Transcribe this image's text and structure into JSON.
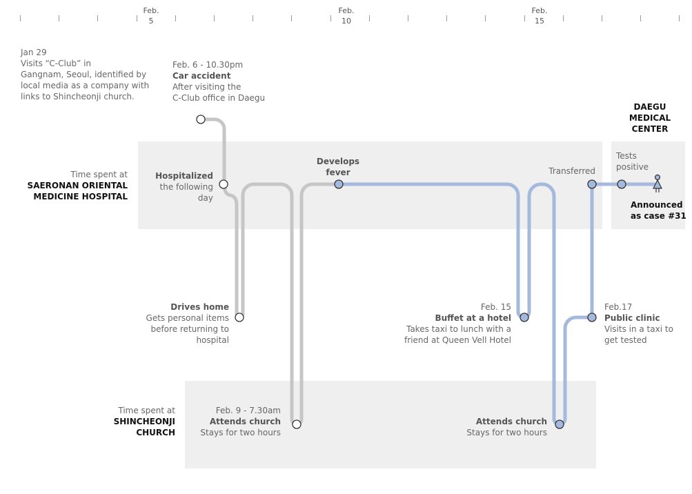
{
  "axis": {
    "ticks_count": 18,
    "labels": [
      {
        "month": "Feb.",
        "day": "5"
      },
      {
        "month": "Feb.",
        "day": "10"
      },
      {
        "month": "Feb.",
        "day": "15"
      }
    ]
  },
  "locations": {
    "saeronan": {
      "prefix": "Time spent at",
      "name1": "SAERONAN ORIENTAL",
      "name2": "MEDICINE HOSPITAL"
    },
    "shincheonji": {
      "prefix": "Time spent at",
      "name1": "SHINCHEONJI",
      "name2": "CHURCH"
    },
    "daegu": {
      "name1": "DAEGU",
      "name2": "MEDICAL",
      "name3": "CENTER"
    }
  },
  "events": {
    "jan29": {
      "date": "Jan 29",
      "l1": "Visits “C-Club” in",
      "l2": "Gangnam, Seoul, identified by",
      "l3": "local media as a company with",
      "l4": "links to Shincheonji church."
    },
    "accident": {
      "date": "Feb. 6 - 10.30pm",
      "title": "Car accident",
      "l1": "After visiting the",
      "l2": "C-Club office in Daegu"
    },
    "hospitalized": {
      "title": "Hospitalized",
      "l1": "the following",
      "l2": "day"
    },
    "drives_home": {
      "title": "Drives home",
      "l1": "Gets personal items",
      "l2": "before returning to",
      "l3": "hospital"
    },
    "church1": {
      "date": "Feb. 9 - 7.30am",
      "title": "Attends church",
      "l1": "Stays for two hours"
    },
    "fever": {
      "l1": "Develops",
      "l2": "fever"
    },
    "buffet": {
      "date": "Feb. 15",
      "title": "Buffet at a hotel",
      "l1": "Takes taxi to lunch with a",
      "l2": "friend at Queen Vell Hotel"
    },
    "church2": {
      "title": "Attends church",
      "l1": "Stays for two hours"
    },
    "clinic": {
      "date": "Feb.17",
      "title": "Public clinic",
      "l1": "Visits in a taxi to",
      "l2": "get tested"
    },
    "transferred": {
      "title": "Transferred"
    },
    "positive": {
      "l1": "Tests",
      "l2": "positive"
    },
    "announced": {
      "l1": "Announced",
      "l2": "as case #31"
    }
  },
  "colors": {
    "gray": "#c6c6c6",
    "blue": "#a5b9dc",
    "box": "#efefef"
  }
}
